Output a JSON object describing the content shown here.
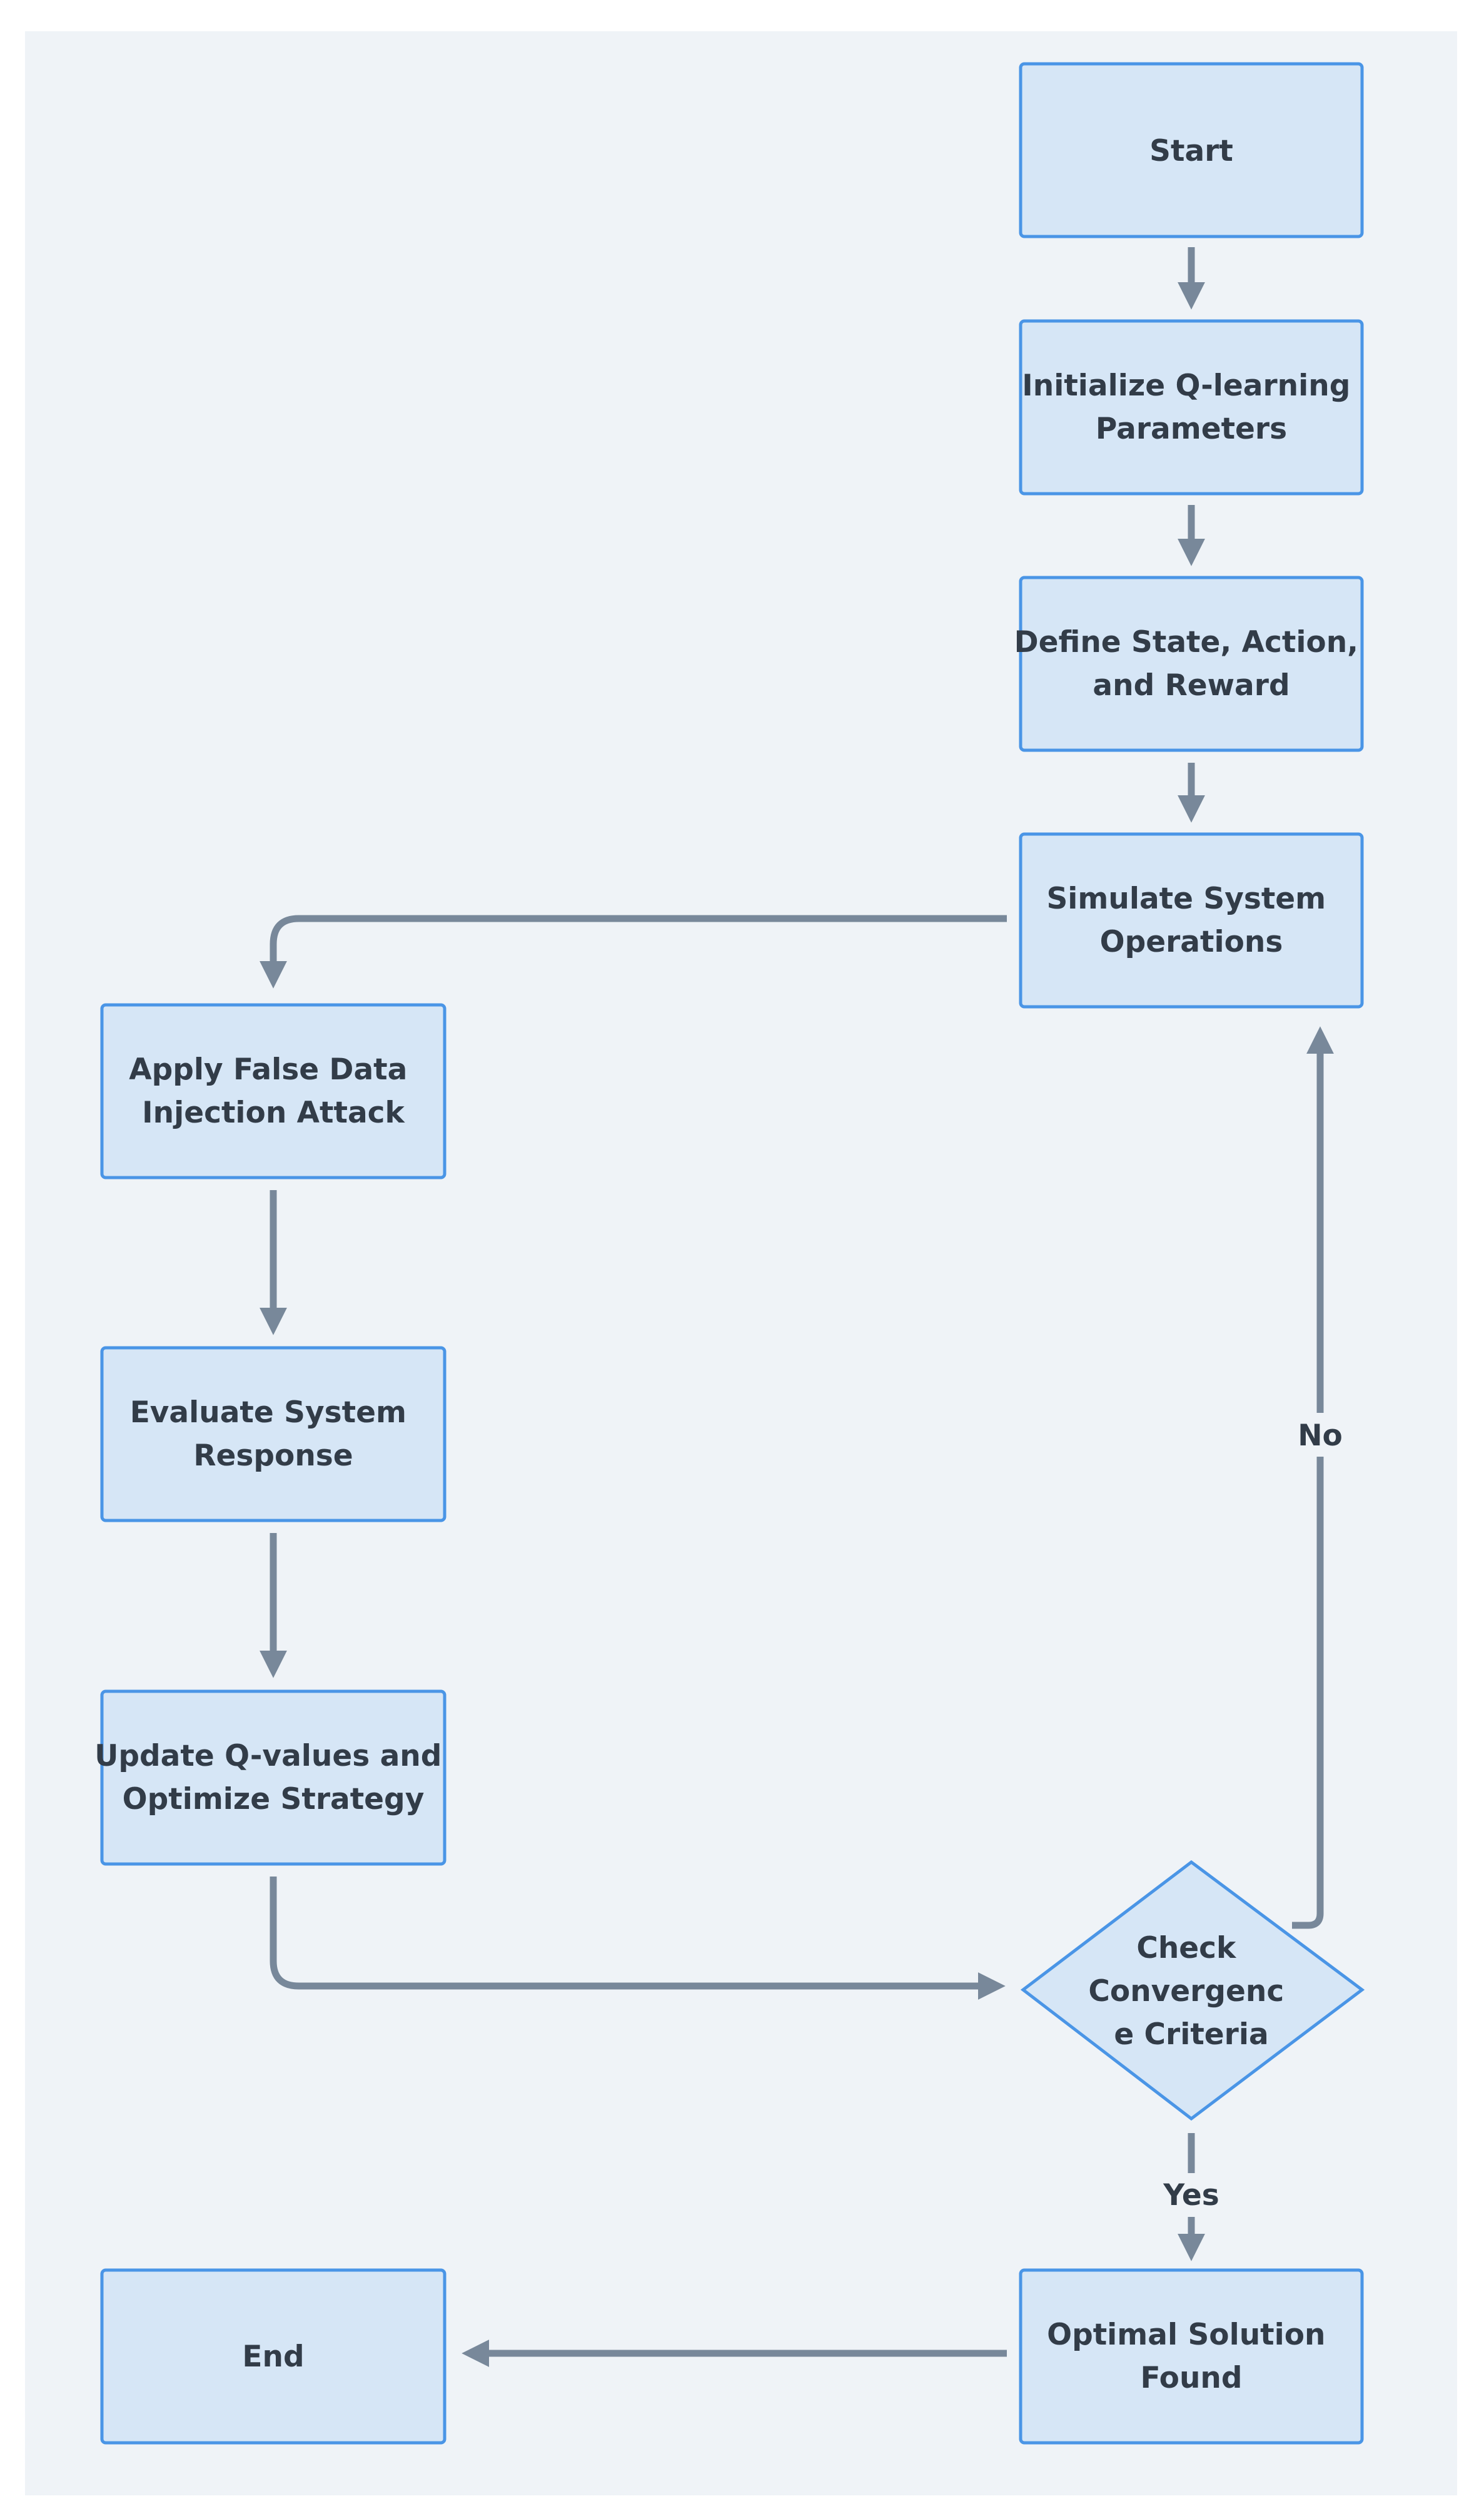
{
  "nodes": {
    "start": {
      "lines": [
        "Start"
      ]
    },
    "init_params": {
      "lines": [
        "Initialize Q-learning",
        "Parameters"
      ]
    },
    "define_sar": {
      "lines": [
        "Define State, Action,",
        "and Reward"
      ]
    },
    "simulate": {
      "lines": [
        "Simulate System",
        "Operations"
      ]
    },
    "apply_fdia": {
      "lines": [
        "Apply False Data",
        "Injection Attack"
      ]
    },
    "evaluate": {
      "lines": [
        "Evaluate System",
        "Response"
      ]
    },
    "update_q": {
      "lines": [
        "Update Q-values and",
        "Optimize Strategy"
      ]
    },
    "check_conv": {
      "lines": [
        "Check",
        "Convergenc",
        "e Criteria"
      ]
    },
    "optimal": {
      "lines": [
        "Optimal Solution",
        "Found"
      ]
    },
    "end": {
      "lines": [
        "End"
      ]
    }
  },
  "edges": {
    "no_label": "No",
    "yes_label": "Yes"
  },
  "colors": {
    "node_fill": "#d6e6f6",
    "node_stroke": "#4a95e6",
    "edge": "#78889a",
    "text": "#323c48",
    "background": "#eff3f7"
  }
}
